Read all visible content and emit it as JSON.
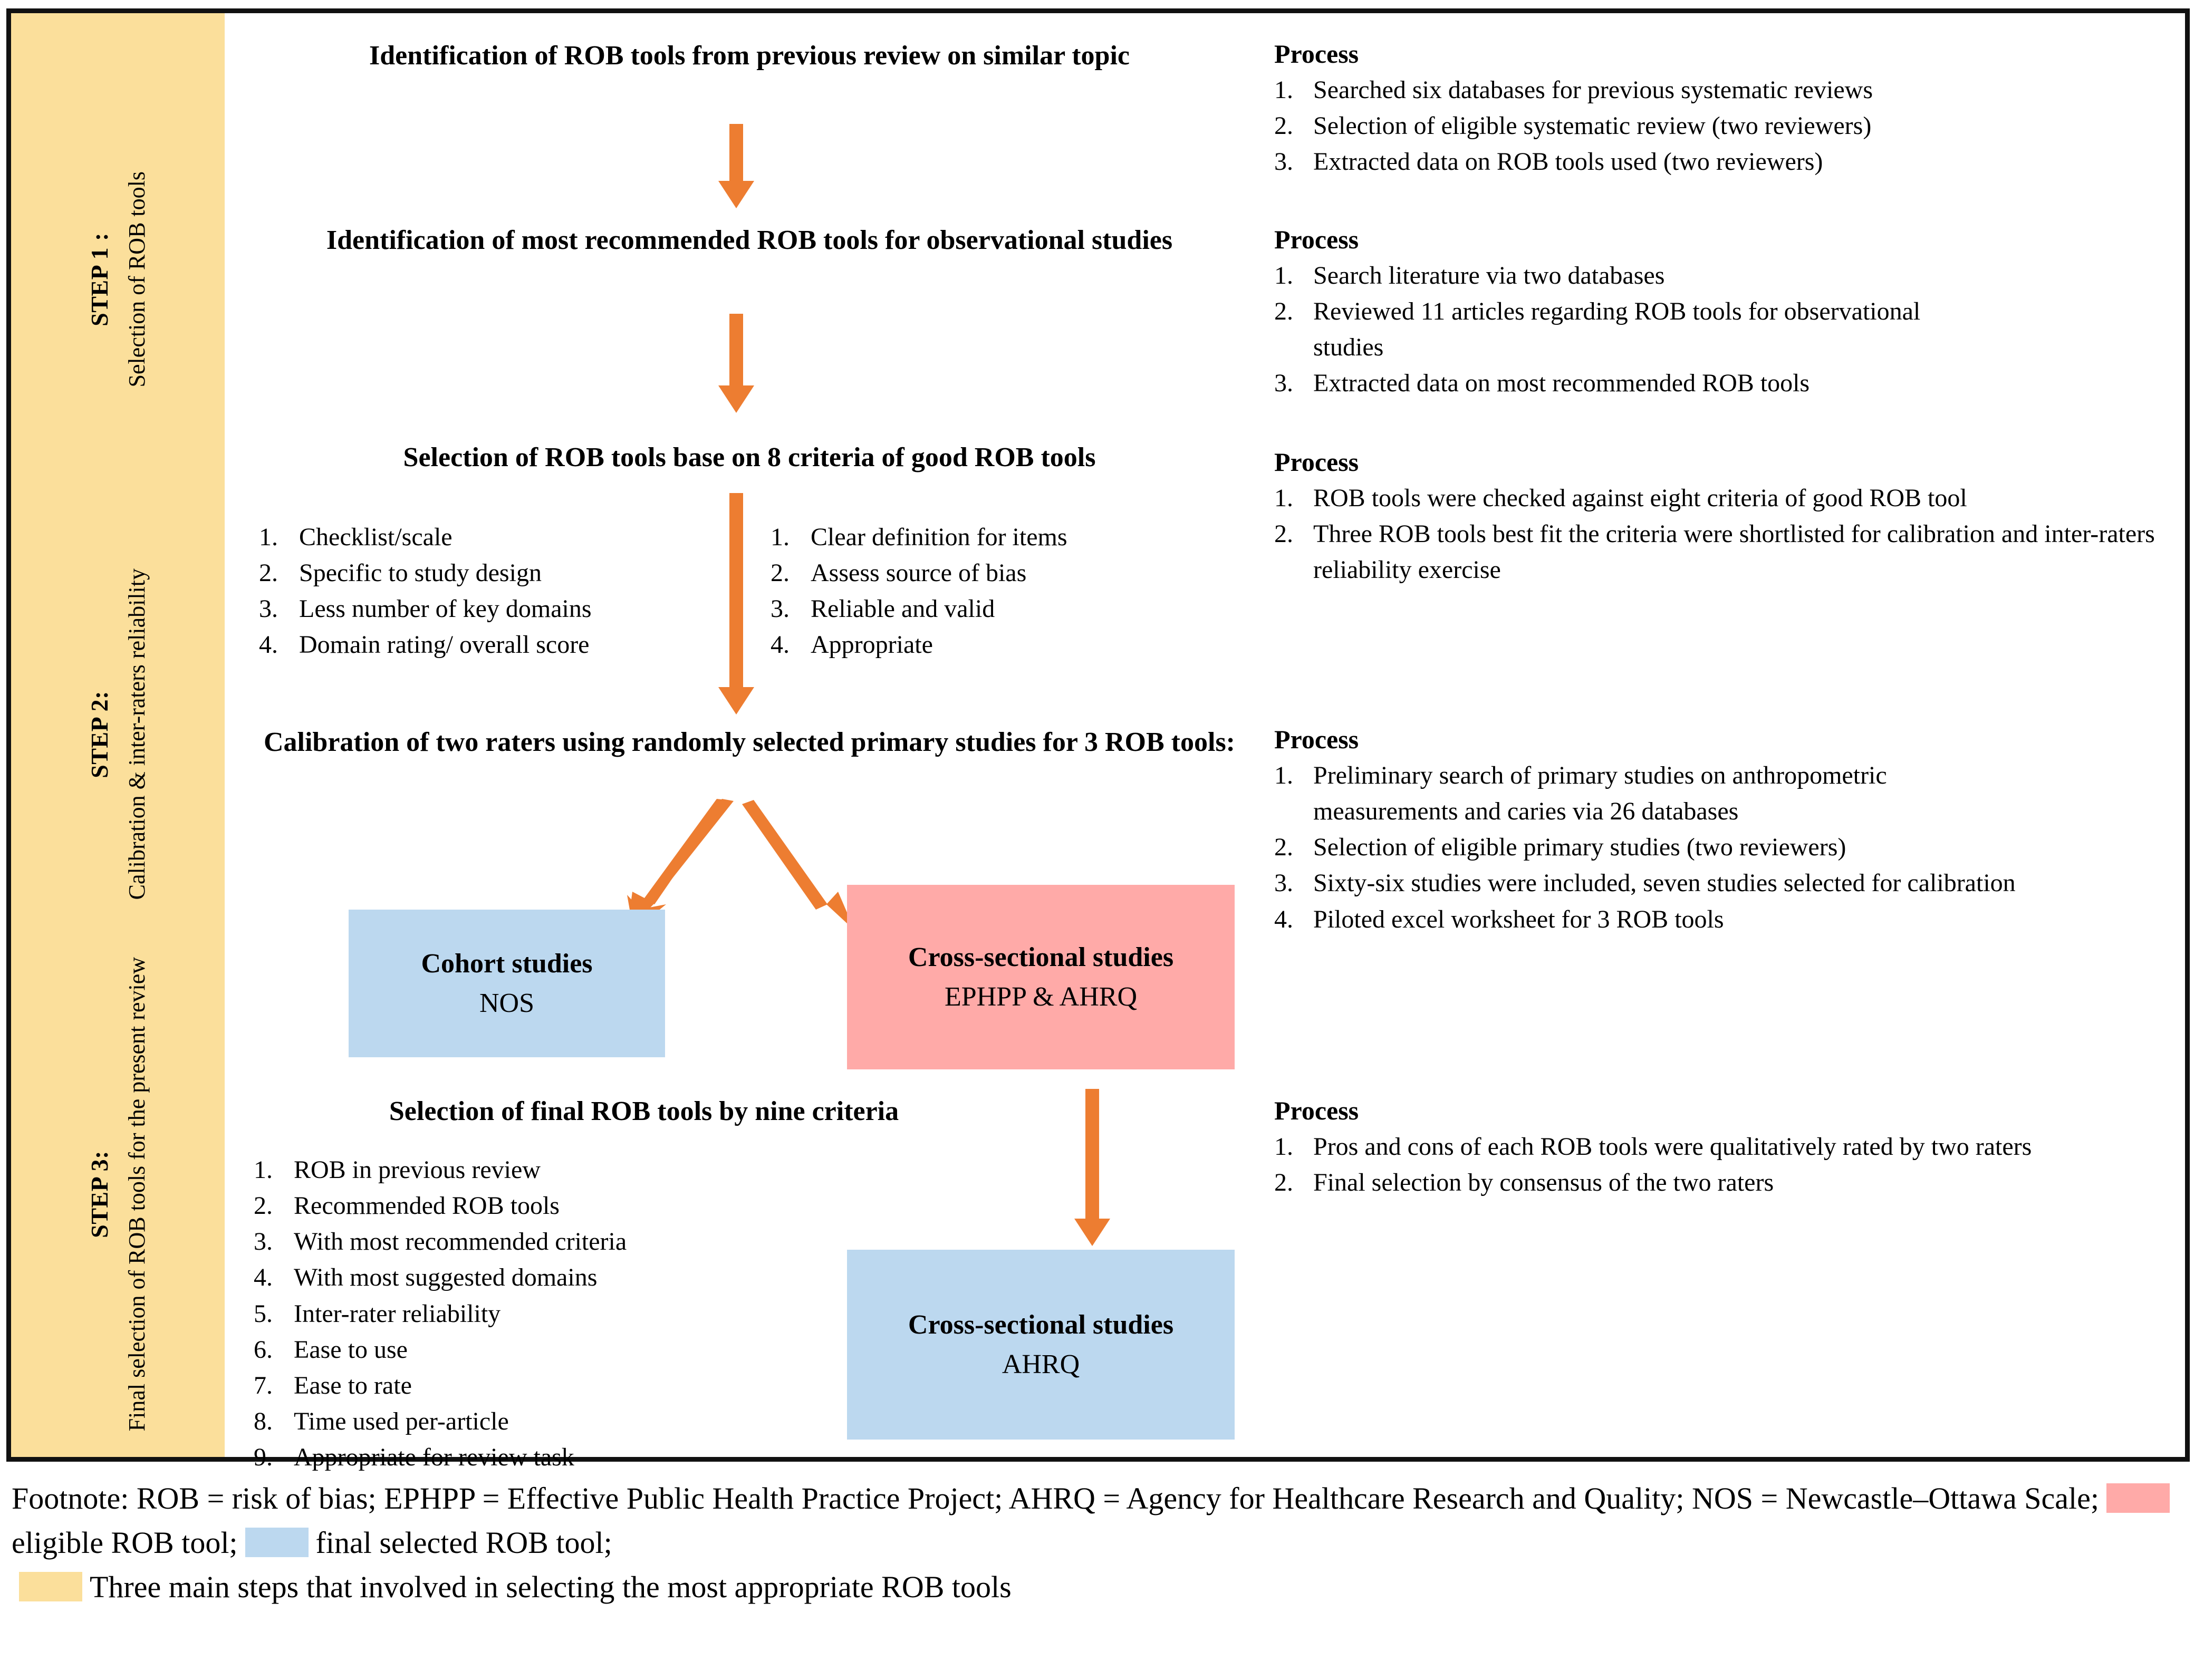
{
  "colors": {
    "accent_arrow": "#ED7D31",
    "step_rail": "#fbdf9b",
    "eligible_tool": "#ffaaa8",
    "final_tool": "#bcd8ef",
    "border": "#111111"
  },
  "steps": [
    {
      "id": "step1",
      "label": "STEP 1 :",
      "description": "Selection of ROB tools"
    },
    {
      "id": "step2",
      "label": "STEP 2:",
      "description": "Calibration & inter-raters reliability"
    },
    {
      "id": "step3",
      "label": "STEP 3:",
      "description": "Final selection of ROB tools for the present review"
    }
  ],
  "flow": {
    "node1_title": "Identification  of ROB tools from previous review on similar topic",
    "node2_title": "Identification  of most recommended ROB tools for observational studies",
    "node3_title": "Selection  of ROB tools base on 8 criteria of good ROB tools",
    "criteria_left": [
      "Checklist/scale",
      "Specific to study design",
      "Less number of key domains",
      "Domain rating/ overall score"
    ],
    "criteria_right": [
      "Clear definition for items",
      "Assess source of bias",
      "Reliable and valid",
      "Appropriate"
    ],
    "node4_title": "Calibration  of two raters using randomly selected  primary studies for 3 ROB tools:",
    "box_cohort": {
      "line1": "Cohort studies",
      "line2": "NOS"
    },
    "box_crosssec_eligible": {
      "line1": "Cross-sectional studies",
      "line2": "EPHPP & AHRQ"
    },
    "node5_title": "Selection  of final ROB tools by nine criteria",
    "criteria_nine": [
      "ROB in previous review",
      "Recommended ROB tools",
      "With most recommended criteria",
      "With most suggested domains",
      "Inter-rater reliability",
      "Ease to use",
      "Ease to rate",
      "Time used per-article",
      "Appropriate for review task"
    ],
    "box_crosssec_final": {
      "line1": "Cross-sectional studies",
      "line2": "AHRQ"
    }
  },
  "processes": [
    {
      "heading": "Process",
      "items": [
        "Searched six databases for previous systematic reviews",
        "Selection of eligible systematic review  (two reviewers)",
        "Extracted data on ROB tools used (two reviewers)"
      ]
    },
    {
      "heading": "Process",
      "items": [
        "Search literature via two databases",
        "Reviewed 11 articles regarding ROB tools for observational studies",
        "Extracted data on most recommended ROB tools"
      ]
    },
    {
      "heading": "Process",
      "items": [
        "ROB tools were checked against eight criteria of good ROB tool",
        "Three ROB tools best fit the criteria were shortlisted for calibration and inter-raters reliability exercise"
      ]
    },
    {
      "heading": "Process",
      "items": [
        "Preliminary search of primary studies on anthropometric measurements and caries via 26 databases",
        "Selection of eligible primary studies (two reviewers)",
        "Sixty-six studies were included, seven studies selected for calibration",
        "Piloted excel worksheet for 3 ROB tools"
      ]
    },
    {
      "heading": "Process",
      "items": [
        "Pros and cons of each ROB tools were qualitatively rated by two raters",
        "Final selection by consensus of the two raters"
      ]
    }
  ],
  "footnote": {
    "part1": "Footnote: ROB = risk of bias; EPHPP = Effective Public Health Practice Project; AHRQ = Agency for Healthcare Research and Quality; NOS = Newcastle–Ottawa Scale;",
    "legend_eligible": "eligible ROB tool;",
    "legend_final": "final selected ROB tool;",
    "legend_steps": "Three main steps that involved in selecting the most appropriate ROB tools"
  }
}
